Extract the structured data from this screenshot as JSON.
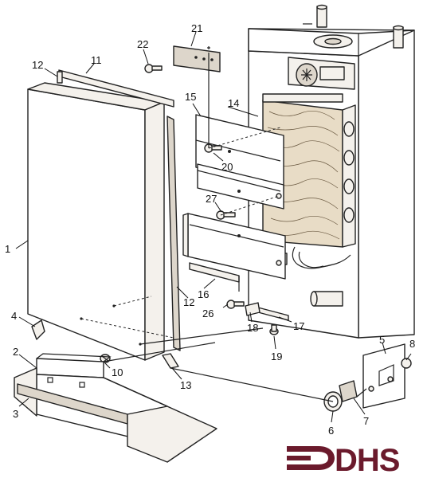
{
  "labels": {
    "p1": "1",
    "p2": "2",
    "p3": "3",
    "p4": "4",
    "p5": "5",
    "p6": "6",
    "p7": "7",
    "p8": "8",
    "p10": "10",
    "p11": "11",
    "p12a": "12",
    "p12b": "12",
    "p13": "13",
    "p14": "14",
    "p15": "15",
    "p16": "16",
    "p17": "17",
    "p18": "18",
    "p19": "19",
    "p20": "20",
    "p21": "21",
    "p22": "22",
    "p26": "26",
    "p27": "27"
  },
  "logo": {
    "text": "DHS",
    "color": "#6b1a2c"
  }
}
